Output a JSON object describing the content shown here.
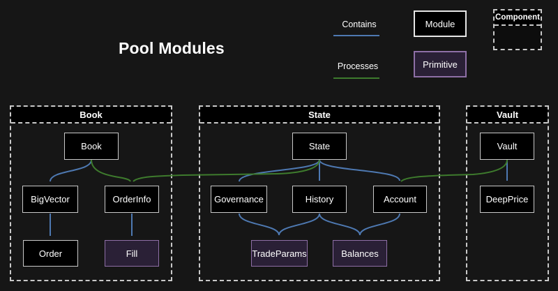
{
  "title": "Pool Modules",
  "legend": {
    "contains_label": "Contains",
    "processes_label": "Processes",
    "module_label": "Module",
    "primitive_label": "Primitive",
    "component_label": "Component"
  },
  "colors": {
    "background": "#161616",
    "contains_arrow": "#4e79b2",
    "processes_arrow": "#3e7b2d",
    "module_fill": "#000000",
    "module_border": "#c9c9c9",
    "primitive_fill": "#2a2036",
    "primitive_border": "#8e6fa6",
    "container_dashed_border": "#c9c9c9",
    "text": "#ffffff"
  },
  "containers": [
    {
      "id": "book",
      "label": "Book"
    },
    {
      "id": "state",
      "label": "State"
    },
    {
      "id": "vault",
      "label": "Vault"
    }
  ],
  "nodes": {
    "book": {
      "label": "Book",
      "kind": "module"
    },
    "bigvector": {
      "label": "BigVector",
      "kind": "module"
    },
    "orderinfo": {
      "label": "OrderInfo",
      "kind": "module"
    },
    "order": {
      "label": "Order",
      "kind": "module"
    },
    "fill": {
      "label": "Fill",
      "kind": "primitive"
    },
    "state": {
      "label": "State",
      "kind": "module"
    },
    "governance": {
      "label": "Governance",
      "kind": "module"
    },
    "history": {
      "label": "History",
      "kind": "module"
    },
    "account": {
      "label": "Account",
      "kind": "module"
    },
    "tradeparams": {
      "label": "TradeParams",
      "kind": "primitive"
    },
    "balances": {
      "label": "Balances",
      "kind": "primitive"
    },
    "vault": {
      "label": "Vault",
      "kind": "module"
    },
    "deepprice": {
      "label": "DeepPrice",
      "kind": "module"
    }
  },
  "edges": [
    {
      "from": "book",
      "to": "bigvector",
      "type": "contains"
    },
    {
      "from": "bigvector",
      "to": "order",
      "type": "contains"
    },
    {
      "from": "orderinfo",
      "to": "fill",
      "type": "contains"
    },
    {
      "from": "state",
      "to": "governance",
      "type": "contains"
    },
    {
      "from": "state",
      "to": "history",
      "type": "contains"
    },
    {
      "from": "state",
      "to": "account",
      "type": "contains"
    },
    {
      "from": "governance",
      "to": "tradeparams",
      "type": "contains"
    },
    {
      "from": "history",
      "to": "tradeparams",
      "type": "contains"
    },
    {
      "from": "history",
      "to": "balances",
      "type": "contains"
    },
    {
      "from": "account",
      "to": "balances",
      "type": "contains"
    },
    {
      "from": "vault",
      "to": "deepprice",
      "type": "contains"
    },
    {
      "from": "book",
      "to": "orderinfo",
      "type": "processes"
    },
    {
      "from": "state",
      "to": "orderinfo",
      "type": "processes"
    },
    {
      "from": "vault",
      "to": "account",
      "type": "processes"
    }
  ]
}
